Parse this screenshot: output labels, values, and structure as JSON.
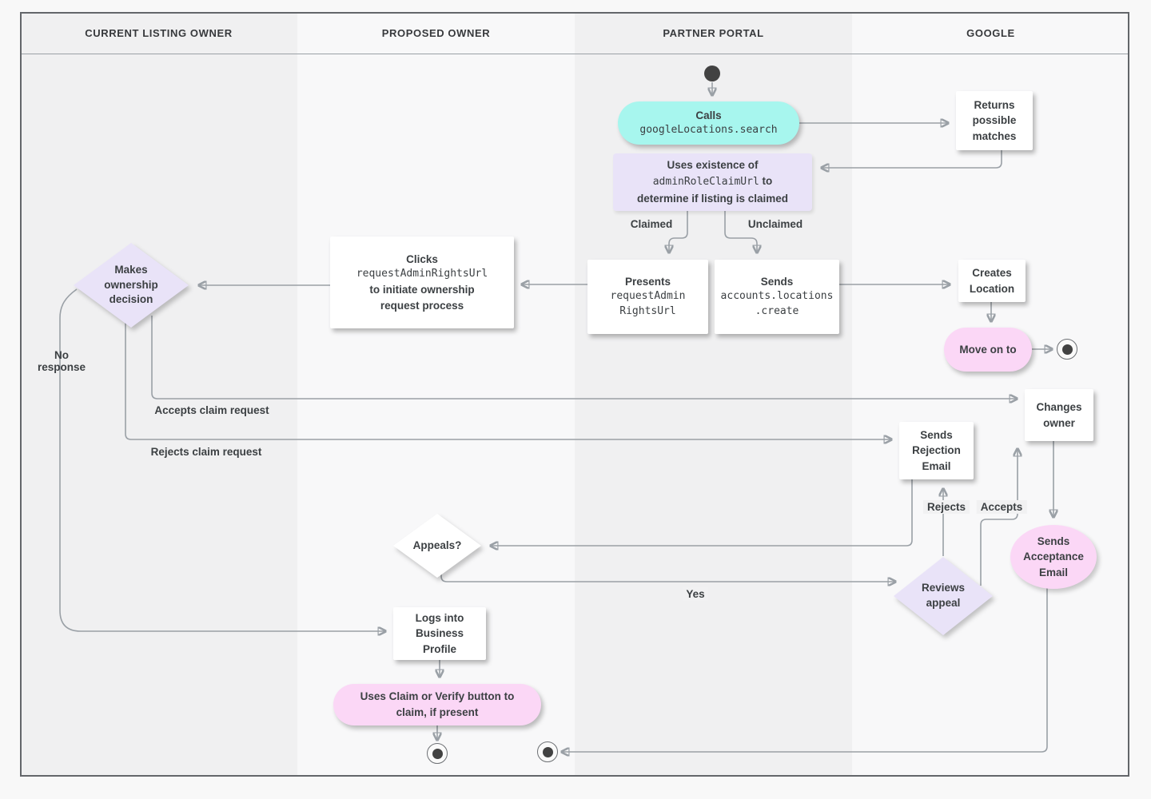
{
  "lanes": [
    {
      "label": "CURRENT LISTING OWNER"
    },
    {
      "label": "PROPOSED OWNER"
    },
    {
      "label": "PARTNER PORTAL"
    },
    {
      "label": "GOOGLE"
    }
  ],
  "nodes": {
    "calls_search": {
      "title": "Calls",
      "code": "googleLocations.search"
    },
    "returns_matches": {
      "text": "Returns possible matches"
    },
    "uses_existence": {
      "line1": "Uses existence of",
      "code": "adminRoleClaimUrl",
      "after_code": " to",
      "line3": "determine if listing is claimed"
    },
    "presents_url": {
      "title": "Presents",
      "code_line1": "requestAdmin",
      "code_line2": "RightsUrl"
    },
    "sends_create": {
      "title": "Sends",
      "code_line1": "accounts.locations",
      "code_line2": ".create"
    },
    "clicks_url": {
      "title": "Clicks",
      "code": "requestAdminRightsUrl",
      "line3": "to initiate ownership",
      "line4": "request process"
    },
    "makes_decision": {
      "text": "Makes ownership decision"
    },
    "creates_location": {
      "text": "Creates Location"
    },
    "move_on": {
      "text": "Move on to"
    },
    "changes_owner": {
      "text": "Changes owner"
    },
    "sends_rejection": {
      "text": "Sends Rejection Email"
    },
    "sends_acceptance": {
      "text": "Sends Acceptance Email"
    },
    "appeals": {
      "text": "Appeals?"
    },
    "reviews_appeal": {
      "text": "Reviews appeal"
    },
    "logs_into_profile": {
      "text": "Logs into Business Profile"
    },
    "uses_claim_button": {
      "text": "Uses Claim or Verify button to claim, if present"
    }
  },
  "edge_labels": {
    "claimed": "Claimed",
    "unclaimed": "Unclaimed",
    "no_response": "No response",
    "accepts_claim": "Accepts claim request",
    "rejects_claim": "Rejects claim request",
    "rejects": "Rejects",
    "accepts": "Accepts",
    "yes": "Yes"
  },
  "colors": {
    "teal": "#a7f6ee",
    "lavender": "#e9e3f8",
    "pink": "#fbd7f6",
    "line_gray": "#9aa0a6",
    "arrow_gray": "#757575",
    "text": "#3c4043",
    "lane_dark": "#f0f0f1",
    "lane_light": "#f8f8f9"
  }
}
